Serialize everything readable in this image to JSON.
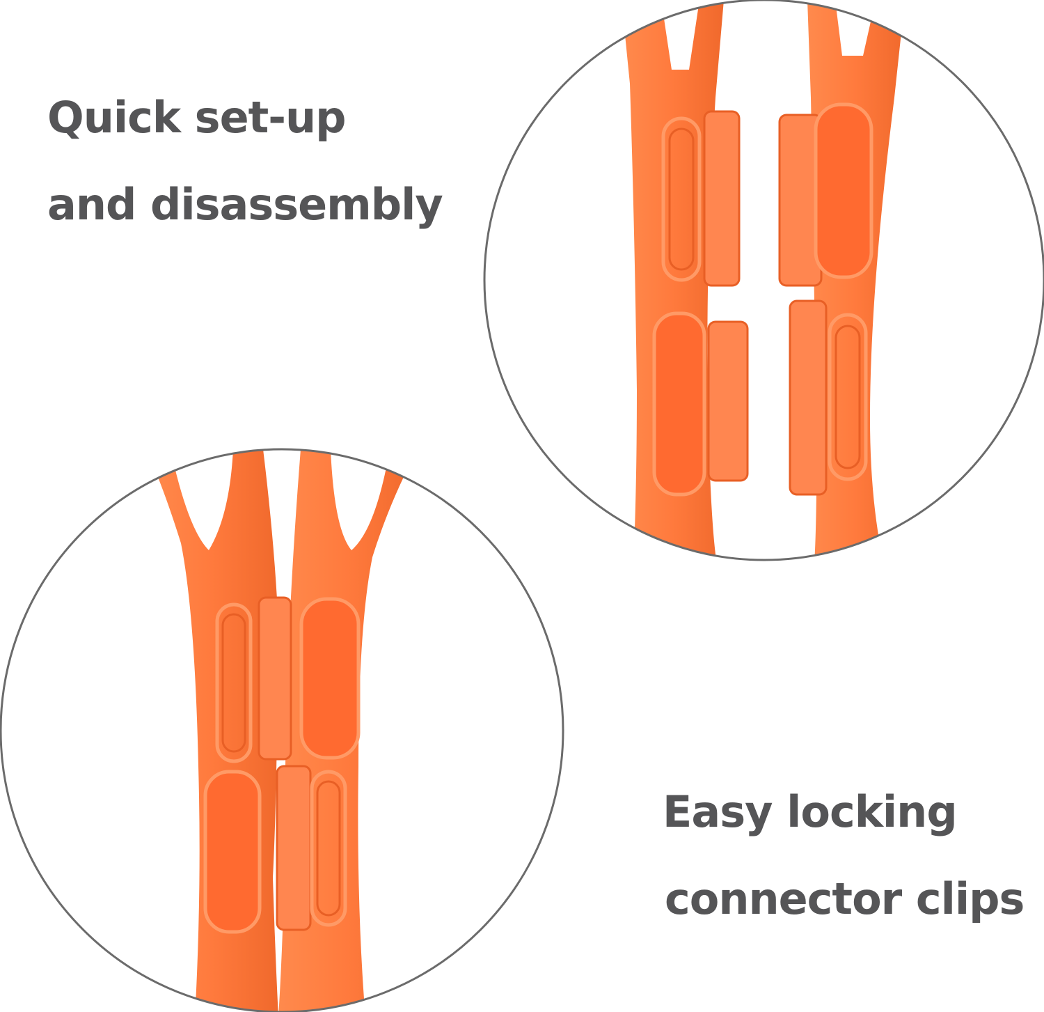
{
  "captions": {
    "setup_line1": "Quick set-up",
    "setup_line2": "and disassembly",
    "locking_line1": "Easy locking",
    "locking_line2": "connector clips"
  },
  "colors": {
    "text": "#555557",
    "circle_border": "#6b6b6b",
    "plastic_orange": "#ff7a3d",
    "plastic_highlight": "#ff9a66",
    "plastic_shadow": "#e85f25",
    "background": "#ffffff"
  },
  "images": {
    "top_right": "separated orange connector clips close-up",
    "bottom_left": "locked orange connector clips close-up"
  }
}
